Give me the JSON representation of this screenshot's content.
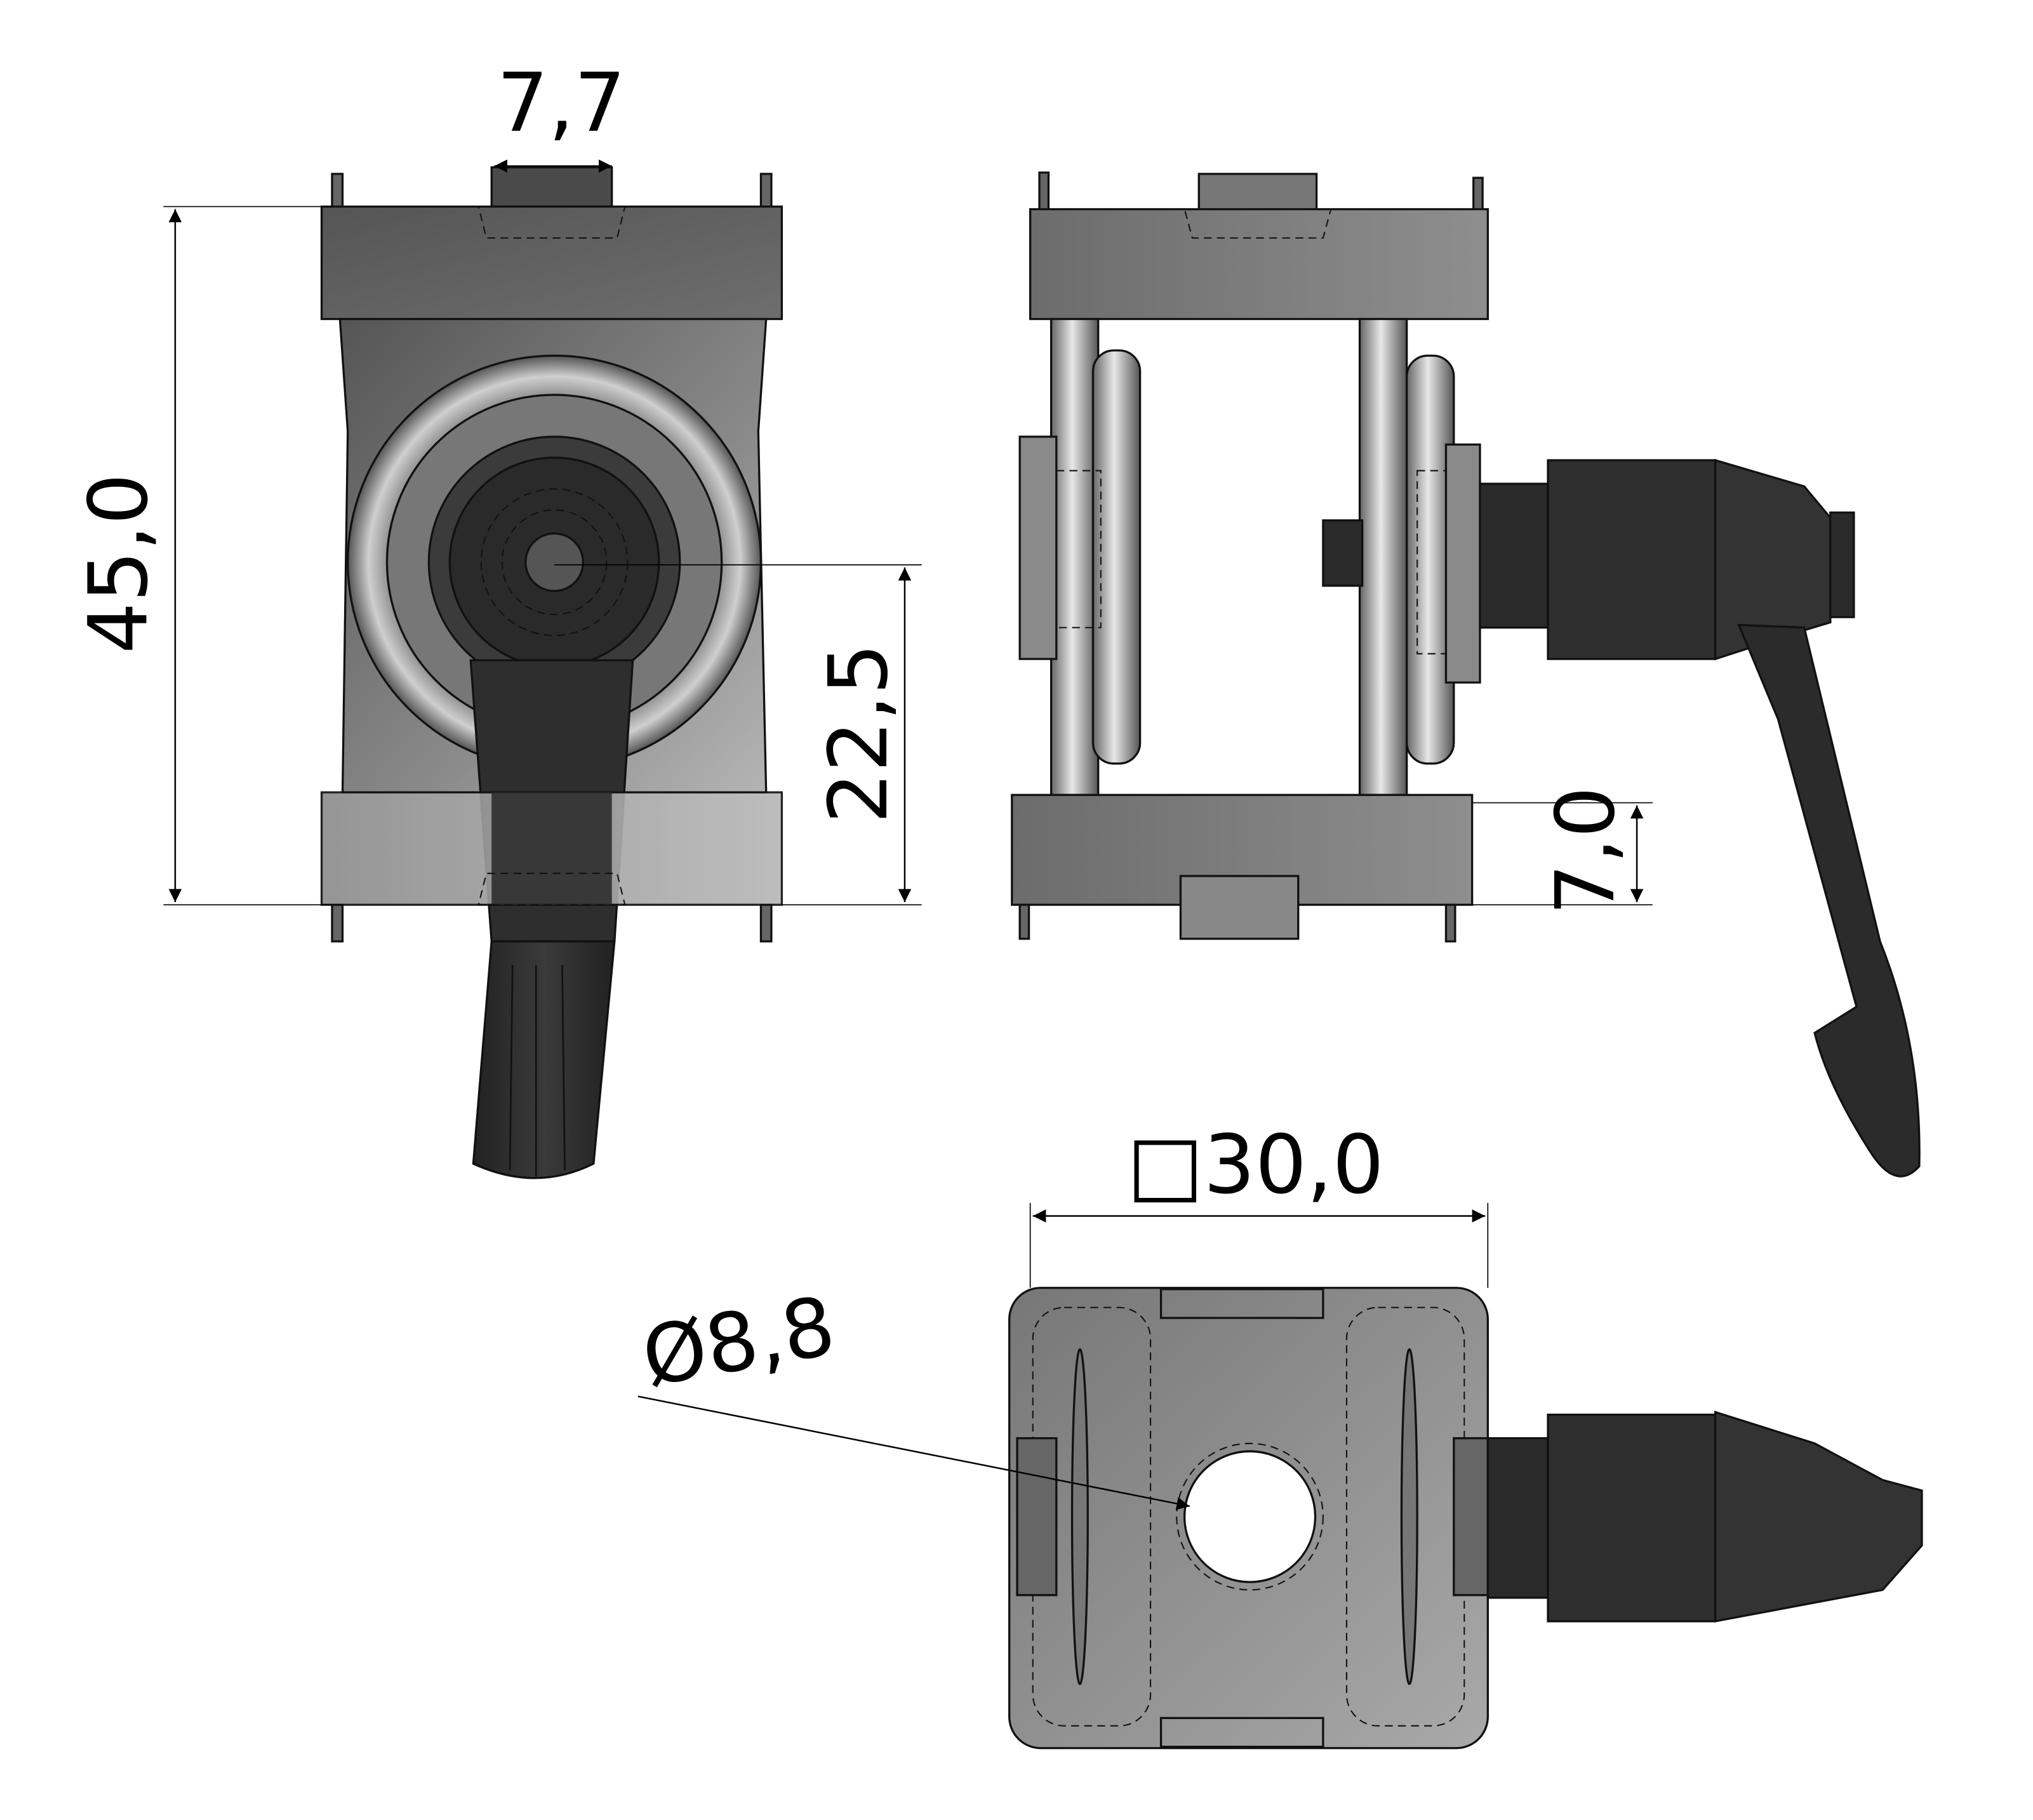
{
  "drawing": {
    "type": "technical-drawing",
    "subject": "angle connector / clamp lever assembly",
    "views": [
      {
        "name": "front-view",
        "label": ""
      },
      {
        "name": "side-view",
        "label": ""
      },
      {
        "name": "top-view",
        "label": ""
      }
    ],
    "colors": {
      "body_dark": "#4d4d4d",
      "body_mid": "#7a7a7a",
      "body_light": "#a8a8a8",
      "lever": "#2b2b2b",
      "background": "#ffffff",
      "line": "#000000"
    }
  },
  "dimensions": {
    "front_top_width": "7,7",
    "front_total_height": "45,0",
    "front_half_height": "22,5",
    "side_plate_thickness": "7,0",
    "top_square": "30,0",
    "top_square_symbol": "□",
    "top_hole_diameter": "8,8",
    "top_hole_symbol": "Ø"
  }
}
